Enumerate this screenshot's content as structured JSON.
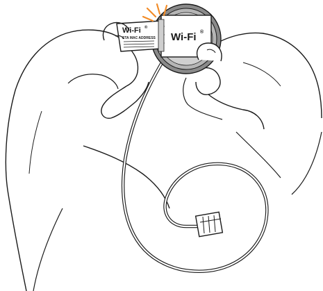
{
  "labels": {
    "sticker_brand": "Wi-Fi",
    "sticker_reg": "®",
    "sticker_caption": "STA MAC ADDRESS",
    "module_brand": "Wi-Fi",
    "module_reg": "®"
  },
  "colors": {
    "line": "#1a1a1a",
    "fill": "#ffffff",
    "module_ring": "#8a8a8a",
    "module_ring_light": "#b5b5b5",
    "module_face": "#d0d0d0",
    "sticker_stub": "#cfcfcf",
    "peel_accent": "#f28c28"
  },
  "icons": [
    "peel-spark-icon",
    "registered-mark"
  ]
}
